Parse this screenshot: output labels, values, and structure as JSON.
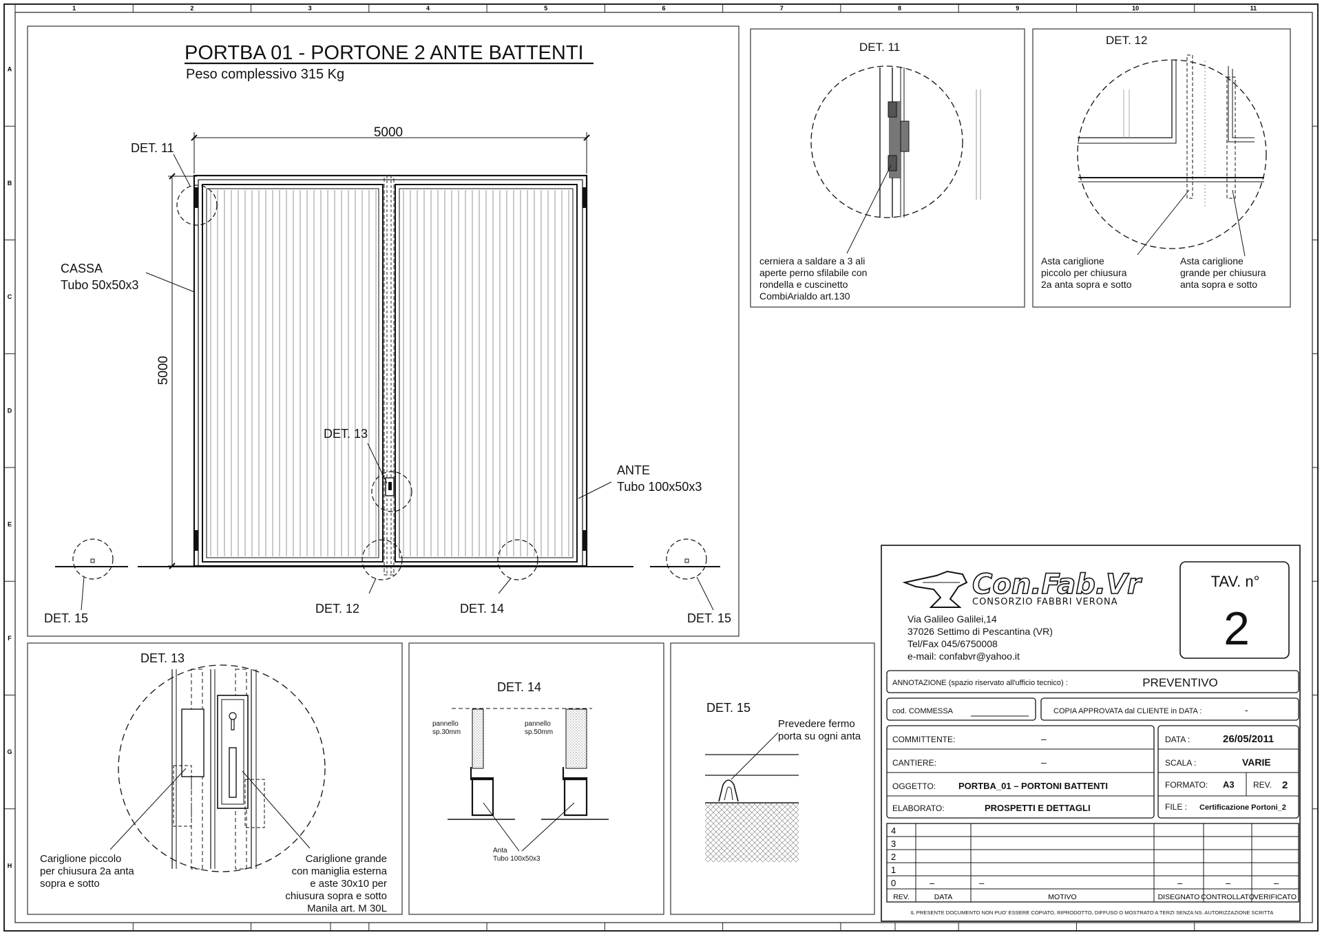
{
  "sheet": {
    "col_labels": [
      "1",
      "2",
      "3",
      "4",
      "5",
      "6",
      "7",
      "8",
      "9",
      "10",
      "11"
    ],
    "row_labels": [
      "A",
      "B",
      "C",
      "D",
      "E",
      "F",
      "G",
      "H"
    ]
  },
  "main": {
    "title": "PORTBA 01 - PORTONE 2 ANTE BATTENTI",
    "subtitle": "Peso complessivo 315 Kg",
    "dim_width": "5000",
    "dim_height": "5000",
    "det11": "DET. 11",
    "det12": "DET. 12",
    "det13": "DET. 13",
    "det14": "DET. 14",
    "det15_left": "DET. 15",
    "det15_right": "DET. 15",
    "cassa_l1": "CASSA",
    "cassa_l2": "Tubo 50x50x3",
    "ante_l1": "ANTE",
    "ante_l2": "Tubo 100x50x3"
  },
  "det11": {
    "title": "DET. 11",
    "lines": [
      "cerniera a saldare a 3 ali",
      "aperte perno sfilabile con",
      "rondella e cuscinetto",
      "CombiArialdo art.130"
    ]
  },
  "det12": {
    "title": "DET. 12",
    "left_lines": [
      "Asta cariglione",
      "piccolo per chiusura",
      "2a anta sopra e sotto"
    ],
    "right_lines": [
      "Asta cariglione",
      "grande per chiusura",
      "anta sopra e sotto"
    ]
  },
  "det13": {
    "title": "DET. 13",
    "left_lines": [
      "Cariglione piccolo",
      "per chiusura 2a anta",
      "sopra e sotto"
    ],
    "right_lines": [
      "Cariglione grande",
      "con maniglia esterna",
      "e aste 30x10 per",
      "chiusura sopra e sotto",
      "Manila art. M 30L"
    ]
  },
  "det14": {
    "title": "DET. 14",
    "panel_left": [
      "pannello",
      "sp.30mm"
    ],
    "panel_right": [
      "pannello",
      "sp.50mm"
    ],
    "anta": [
      "Anta",
      "Tubo 100x50x3"
    ]
  },
  "det15": {
    "title": "DET. 15",
    "note": [
      "Prevedere fermo",
      "porta su ogni anta"
    ]
  },
  "titleblock": {
    "logo": "Con.Fab.Vr",
    "logo_sub": "CONSORZIO FABBRI VERONA",
    "address": [
      "Via Galileo Galilei,14",
      "37026 Settimo di Pescantina (VR)",
      "Tel/Fax 045/6750008",
      "e-mail: confabvr@yahoo.it"
    ],
    "tav_label": "TAV.  n°",
    "tav_number": "2",
    "annotazione_label": "ANNOTAZIONE (spazio riservato all'ufficio tecnico) :",
    "annotazione_value": "PREVENTIVO",
    "commessa_label": "cod. COMMESSA",
    "copia_label": "COPIA APPROVATA dal CLIENTE in DATA :",
    "copia_value": "-",
    "committente_label": "COMMITTENTE:",
    "committente_value": "–",
    "cantiere_label": "CANTIERE:",
    "cantiere_value": "–",
    "oggetto_label": "OGGETTO:",
    "oggetto_value": "PORTBA_01 – PORTONI BATTENTI",
    "elaborato_label": "ELABORATO:",
    "elaborato_value": "PROSPETTI E DETTAGLI",
    "data_label": "DATA :",
    "data_value": "26/05/2011",
    "scala_label": "SCALA :",
    "scala_value": "VARIE",
    "formato_label": "FORMATO:",
    "formato_value": "A3",
    "rev_label": "REV.",
    "rev_value": "2",
    "file_label": "FILE :",
    "file_value": "Certificazione Portoni_2",
    "rev_rows": [
      "4",
      "3",
      "2",
      "1",
      "0"
    ],
    "rev_row0": [
      "–",
      "–",
      "–",
      "–",
      "–"
    ],
    "rev_headers": [
      "REV.",
      "DATA",
      "MOTIVO",
      "DISEGNATO",
      "CONTROLLATO",
      "VERIFICATO"
    ],
    "footer": "IL PRESENTE DOCUMENTO NON PUO' ESSERE COPIATO, RIPRODOTTO, DIFFUSO O MOSTRATO A TERZI SENZA NS. AUTORIZZAZIONE SCRITTA"
  }
}
